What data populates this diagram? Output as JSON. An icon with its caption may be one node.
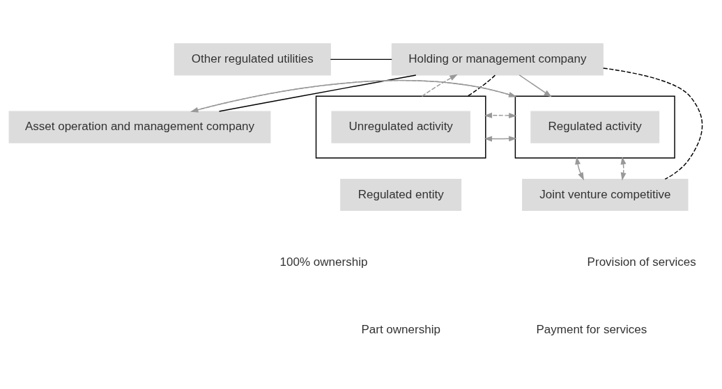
{
  "diagram": {
    "nodes": [
      {
        "text": [
          "Other regulated utilities"
        ]
      },
      {
        "text": [
          "Holding or management company"
        ]
      },
      {
        "text": [
          "Asset operation and management company"
        ]
      },
      {
        "text": [],
        "shape": "box"
      },
      {
        "text": [
          "Regulated activity"
        ],
        "in": 3
      },
      {
        "text": [],
        "shape": "box"
      },
      {
        "text": [
          "Unregulated activity"
        ],
        "in": 5
      },
      {
        "text": [
          "Regulated entity"
        ]
      },
      {
        "text": [
          "Joint venture competitive"
        ]
      }
    ],
    "edges": [
      {
        "from": 0,
        "to": 1,
        "arrow": "none",
        "color": "#000000"
      },
      {
        "from": 1,
        "to": 2,
        "arrow": "none",
        "color": "#000000"
      },
      {
        "from": 1,
        "to": 8,
        "arrow": "none",
        "style": "dashed",
        "color": "#000000"
      },
      {
        "from": 1,
        "to": 3,
        "arrow": "to"
      },
      {
        "from": 1,
        "to": 5,
        "arrow": "none",
        "style": "dashed",
        "color": "#000000"
      },
      {
        "from": 5,
        "to": 1,
        "arrow": "to",
        "style": "dashed"
      },
      {
        "from": 2,
        "to": 3,
        "arrow": "to"
      },
      {
        "from": 3,
        "to": 2,
        "arrow": "to",
        "style": "dashed"
      },
      {
        "from": 3,
        "to": 5,
        "arrow": "both"
      },
      {
        "from": 3,
        "to": 5,
        "arrow": "both",
        "style": "dashed"
      },
      {
        "from": 3,
        "to": 8,
        "arrow": "both"
      },
      {
        "from": 3,
        "to": 8,
        "arrow": "both",
        "style": "dashed"
      }
    ],
    "legend": [
      {
        "text": "100% ownership"
      },
      {
        "text": "Part ownership"
      },
      {
        "text": "Provision of services"
      },
      {
        "text": "Payment for services"
      }
    ]
  }
}
